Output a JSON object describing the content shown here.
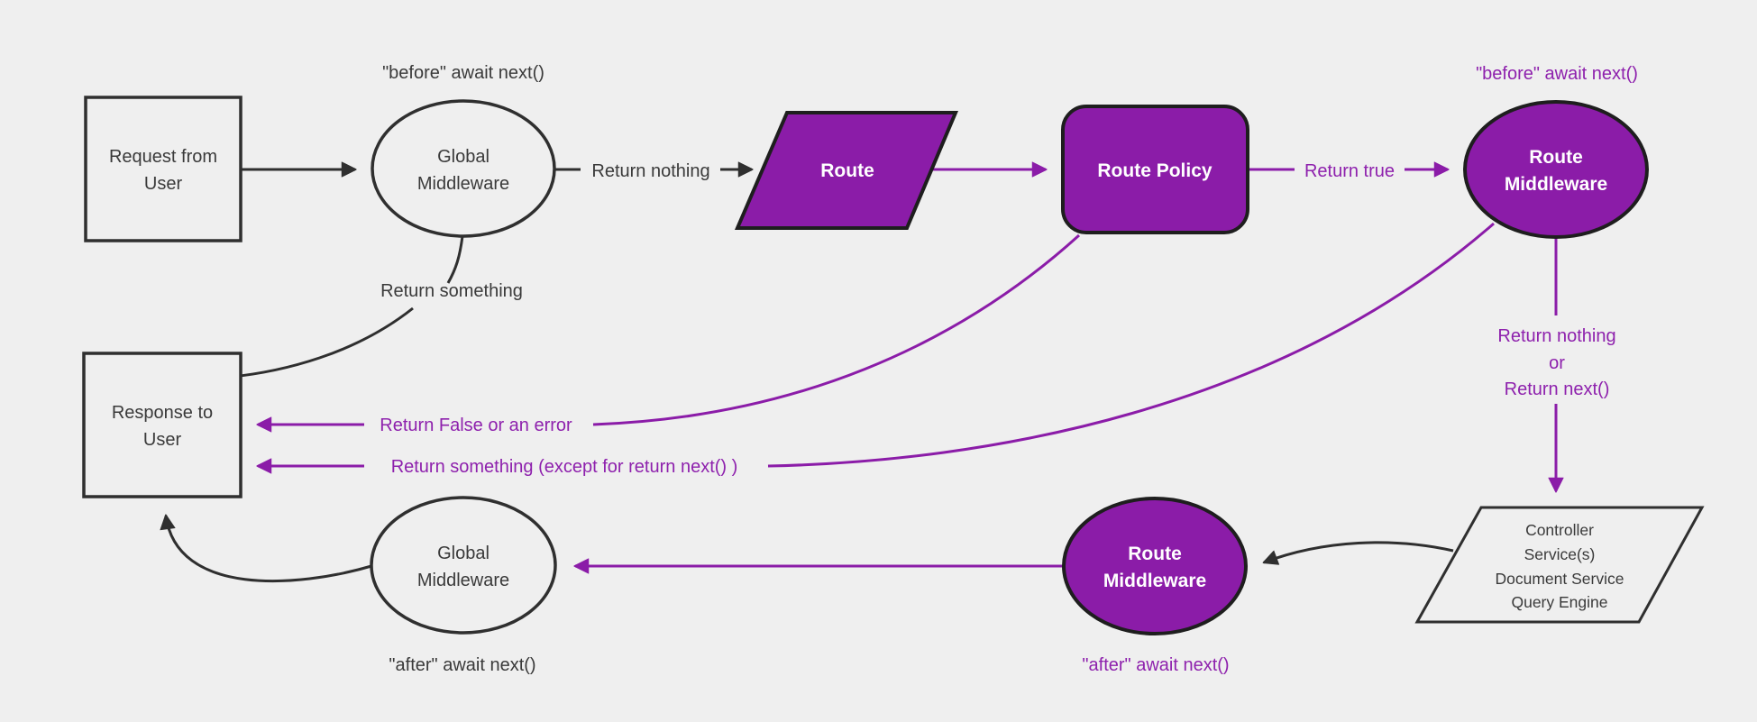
{
  "colors": {
    "background": "#EFEFEF",
    "purple_fill": "#8B1CA8",
    "purple_text": "#8E21AD",
    "dark_stroke": "#2F2F2F",
    "dark_text": "#3A3A3A",
    "white_text": "#FFFFFF"
  },
  "nodes": {
    "request": {
      "line1": "Request from",
      "line2": "User"
    },
    "global_middleware_top": {
      "line1": "Global",
      "line2": "Middleware"
    },
    "route": {
      "label": "Route"
    },
    "route_policy": {
      "label": "Route Policy"
    },
    "route_middleware_top": {
      "line1": "Route",
      "line2": "Middleware"
    },
    "controller": {
      "line1": "Controller",
      "line2": "Service(s)",
      "line3": "Document Service",
      "line4": "Query Engine"
    },
    "route_middleware_bottom": {
      "line1": "Route",
      "line2": "Middleware"
    },
    "global_middleware_bottom": {
      "line1": "Global",
      "line2": "Middleware"
    },
    "response": {
      "line1": "Response to",
      "line2": "User"
    }
  },
  "labels": {
    "before_await_global": "\"before\" await next()",
    "before_await_route": "\"before\" await next()",
    "return_nothing": "Return nothing",
    "return_true": "Return true",
    "return_something": "Return something",
    "return_false_or_error": "Return False or an error",
    "return_something_except": "Return something (except for return next() )",
    "return_nothing_line1": "Return nothing",
    "return_nothing_line2": "or",
    "return_nothing_line3": "Return next()",
    "after_await_route": "\"after\" await next()",
    "after_await_global": "\"after\" await next()"
  }
}
